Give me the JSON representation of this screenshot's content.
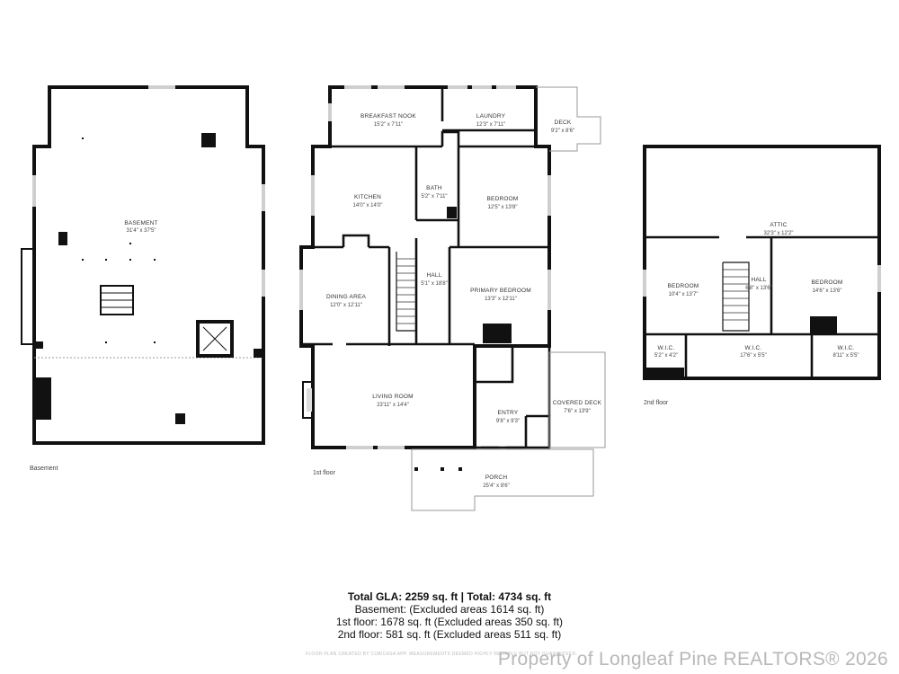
{
  "floors": {
    "basement": {
      "label": "Basement",
      "rooms": [
        {
          "name": "BASEMENT",
          "dims": "31'4\" x 37'5\""
        }
      ]
    },
    "first": {
      "label": "1st floor",
      "rooms": [
        {
          "name": "BREAKFAST NOOK",
          "dims": "15'2\" x 7'11\""
        },
        {
          "name": "LAUNDRY",
          "dims": "12'3\" x 7'11\""
        },
        {
          "name": "DECK",
          "dims": "9'2\" x 8'6\""
        },
        {
          "name": "KITCHEN",
          "dims": "14'0\" x 14'0\""
        },
        {
          "name": "BATH",
          "dims": "5'2\" x 7'11\""
        },
        {
          "name": "BEDROOM",
          "dims": "12'5\" x 13'8\""
        },
        {
          "name": "HALL",
          "dims": "5'1\" x 18'8\""
        },
        {
          "name": "DINING AREA",
          "dims": "12'0\" x 12'11\""
        },
        {
          "name": "PRIMARY BEDROOM",
          "dims": "13'3\" x 12'11\""
        },
        {
          "name": "LIVING ROOM",
          "dims": "23'11\" x 14'4\""
        },
        {
          "name": "ENTRY",
          "dims": "9'8\" x 9'3\""
        },
        {
          "name": "COVERED DECK",
          "dims": "7'6\" x 13'9\""
        },
        {
          "name": "PORCH",
          "dims": "25'4\" x 8'6\""
        }
      ]
    },
    "second": {
      "label": "2nd floor",
      "rooms": [
        {
          "name": "ATTIC",
          "dims": "32'3\" x 12'2\""
        },
        {
          "name": "BEDROOM",
          "dims": "10'4\" x 13'7\""
        },
        {
          "name": "HALL",
          "dims": "6'8\" x 13'6\""
        },
        {
          "name": "BEDROOM",
          "dims": "14'6\" x 13'6\""
        },
        {
          "name": "W.I.C.",
          "dims": "5'2\" x 4'2\""
        },
        {
          "name": "W.I.C.",
          "dims": "17'6\" x 5'5\""
        },
        {
          "name": "W.I.C.",
          "dims": "8'11\" x 5'5\""
        }
      ]
    }
  },
  "totals": {
    "headline": "Total GLA: 2259 sq. ft | Total: 4734 sq. ft",
    "basement": "Basement: (Excluded areas 1614 sq. ft)",
    "first": "1st floor: 1678 sq. ft (Excluded areas 350 sq. ft)",
    "second": "2nd floor: 581 sq. ft (Excluded areas 511 sq. ft)"
  },
  "credit": "FLOOR PLAN CREATED BY CUBICASA APP. MEASUREMENTS DEEMED HIGHLY RELIABLE BUT NOT GUARANTEED.",
  "watermark": "Property of Longleaf Pine REALTORS® 2026"
}
